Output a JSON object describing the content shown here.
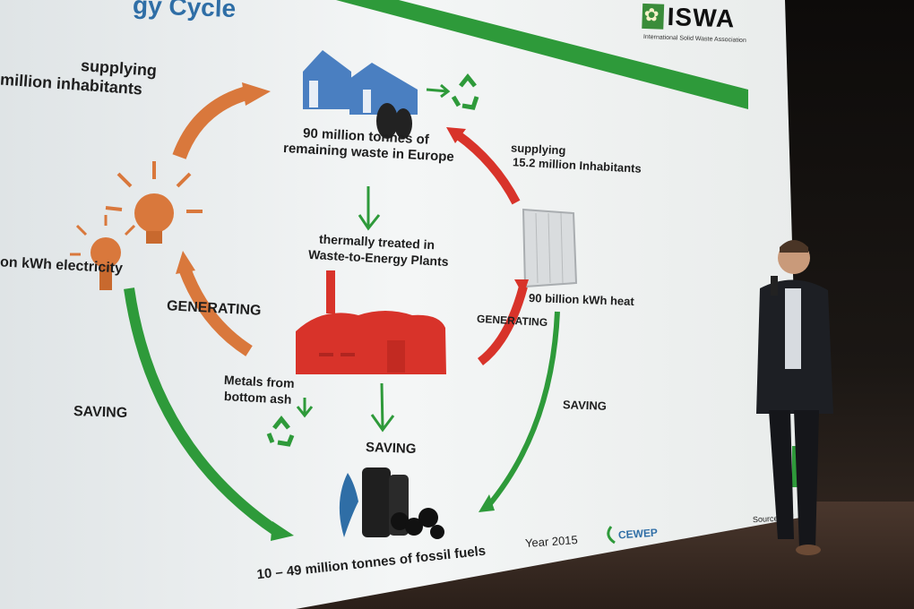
{
  "slide": {
    "title_fragment": "gy Cycle",
    "logo_text": "ISWA",
    "logo_subtitle": "International Solid Waste Association",
    "waste_label_line1": "90 million tonnes of",
    "waste_label_line2": "remaining waste in Europe",
    "treated_line1": "thermally treated in",
    "treated_line2": "Waste-to-Energy Plants",
    "supplying_left_line1": "supplying",
    "supplying_left_line2": "million inhabitants",
    "electricity_label": "on kWh electricity",
    "generating_left": "GENERATING",
    "saving_left": "SAVING",
    "metals_line1": "Metals from",
    "metals_line2": "bottom ash",
    "saving_center": "SAVING",
    "fossil_label": "10 – 49 million tonnes of fossil fuels",
    "supplying_right_line1": "supplying",
    "supplying_right_line2": "15.2 million Inhabitants",
    "heat_label": "90 billion kWh heat",
    "generating_right": "GENERATING",
    "saving_right": "SAVING",
    "year_label": "Year 2015",
    "cewep_label": "CEWEP",
    "source_label": "Source: CE"
  },
  "colors": {
    "green": "#2e9a3a",
    "orange": "#d9783c",
    "red": "#d8332a",
    "house_blue": "#4a7fc1"
  }
}
